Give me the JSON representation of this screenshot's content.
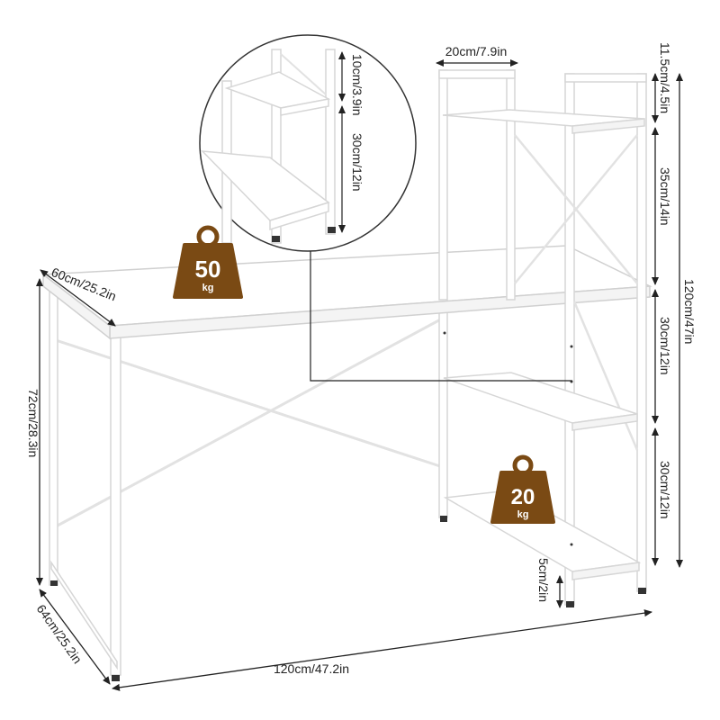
{
  "dimensions": {
    "shelf_depth": "20cm/7.9in",
    "top_gap": "11.5cm/4.5in",
    "shelf_gap_upper": "35cm/14in",
    "total_height": "120cm/47in",
    "shelf_gap_middle": "30cm/12in",
    "shelf_gap_lower": "30cm/12in",
    "bottom_clearance": "5cm/2in",
    "desk_depth_top": "60cm/25.2in",
    "desk_height": "72cm/28.3in",
    "desk_depth_base": "64cm/25.2in",
    "desk_width": "120cm/47.2in"
  },
  "detail_inset": {
    "upper": "10cm/3.9in",
    "lower": "30cm/12in"
  },
  "weights": {
    "desk": {
      "value": "50",
      "unit": "kg"
    },
    "shelf": {
      "value": "20",
      "unit": "kg"
    }
  },
  "colors": {
    "frame": "#e9e9e9",
    "weight_badge": "#7a4a14",
    "line": "#222222"
  }
}
